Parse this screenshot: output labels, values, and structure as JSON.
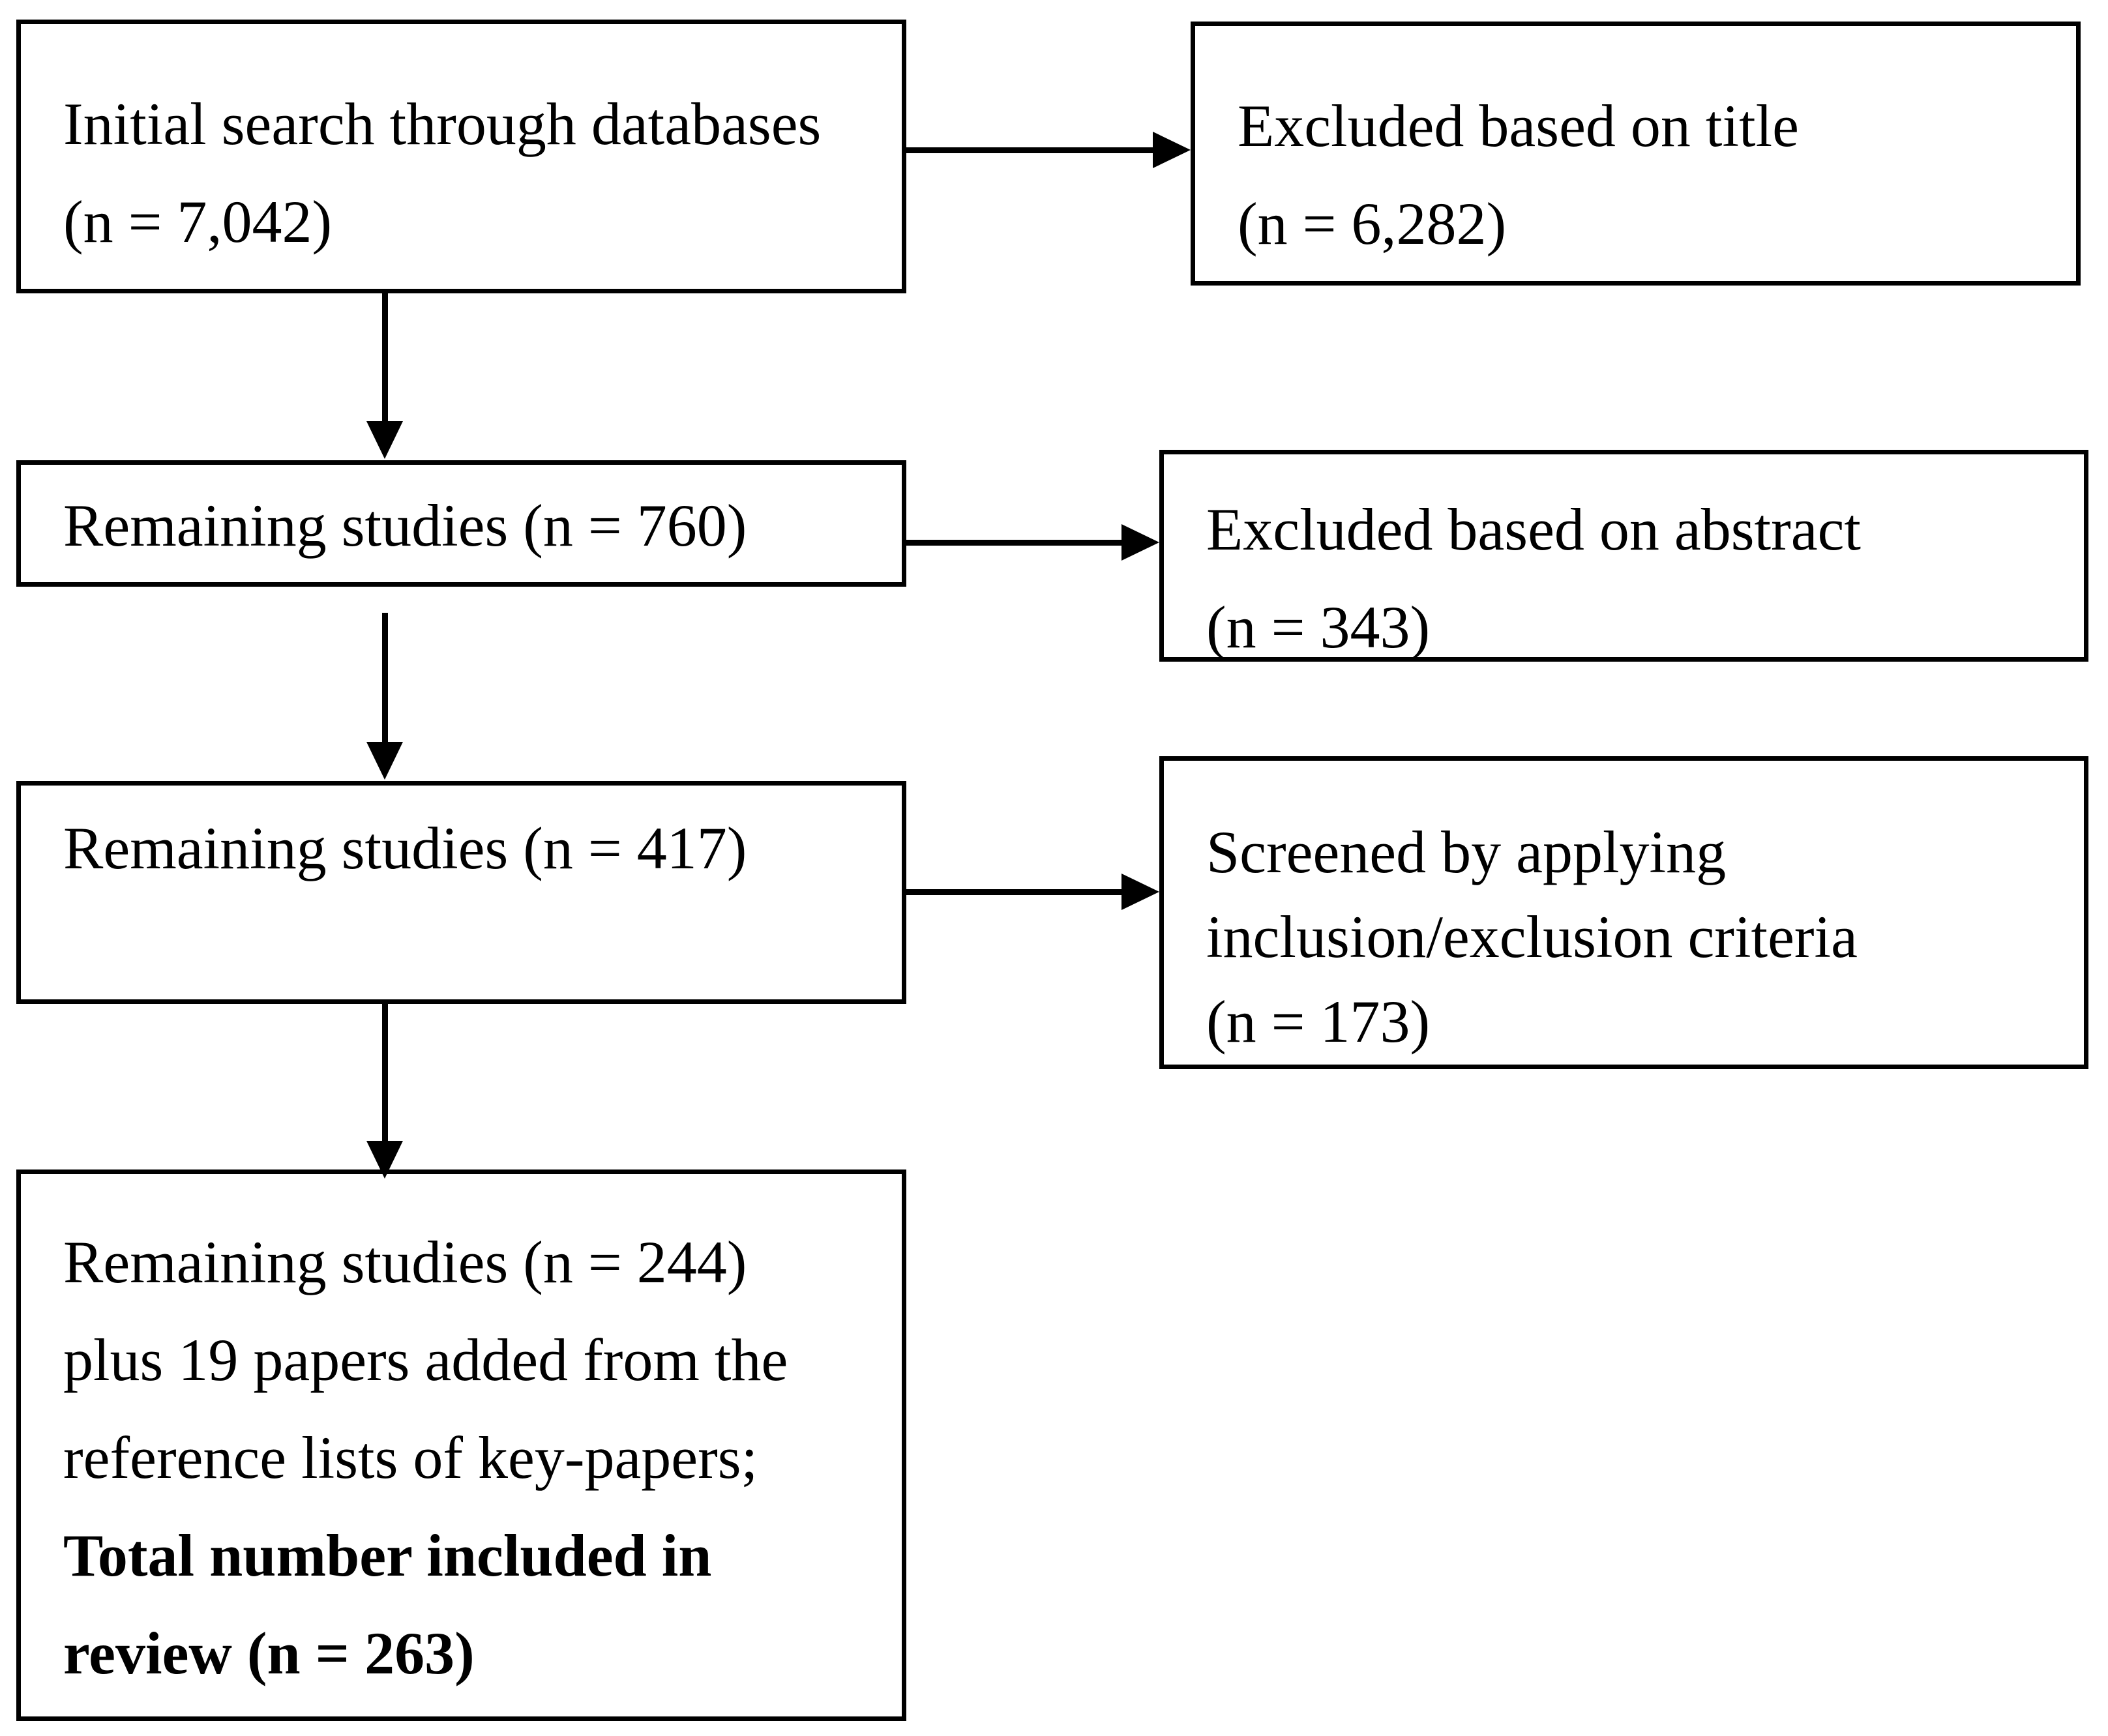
{
  "page": {
    "background_color": "#ffffff",
    "ink_color": "#000000"
  },
  "flowchart": {
    "boxes": {
      "initial_search": {
        "line1": "Initial search through databases",
        "line2": "(n = 7,042)"
      },
      "excluded_title": {
        "line1": "Excluded based on title",
        "line2": "(n = 6,282)"
      },
      "remaining_760": {
        "line1": "Remaining studies (n = 760)"
      },
      "excluded_abstract": {
        "line1": "Excluded based on abstract",
        "line2": "(n = 343)"
      },
      "remaining_417": {
        "line1": "Remaining studies (n = 417)"
      },
      "screened_criteria": {
        "line1": "Screened by applying",
        "line2": "inclusion/exclusion criteria",
        "line3": "(n = 173)"
      },
      "included_review": {
        "line1": "Remaining studies (n = 244)",
        "line2": "plus 19 papers added from the",
        "line3": "reference lists of key-papers;",
        "line4_bold": "Total number included in",
        "line5_bold": "review (n = 263)"
      }
    },
    "arrows": [
      {
        "from": "initial_search",
        "to": "excluded_title",
        "direction": "right"
      },
      {
        "from": "initial_search",
        "to": "remaining_760",
        "direction": "down"
      },
      {
        "from": "remaining_760",
        "to": "excluded_abstract",
        "direction": "right"
      },
      {
        "from": "remaining_760",
        "to": "remaining_417",
        "direction": "down"
      },
      {
        "from": "remaining_417",
        "to": "screened_criteria",
        "direction": "right"
      },
      {
        "from": "remaining_417",
        "to": "included_review",
        "direction": "down"
      }
    ]
  }
}
